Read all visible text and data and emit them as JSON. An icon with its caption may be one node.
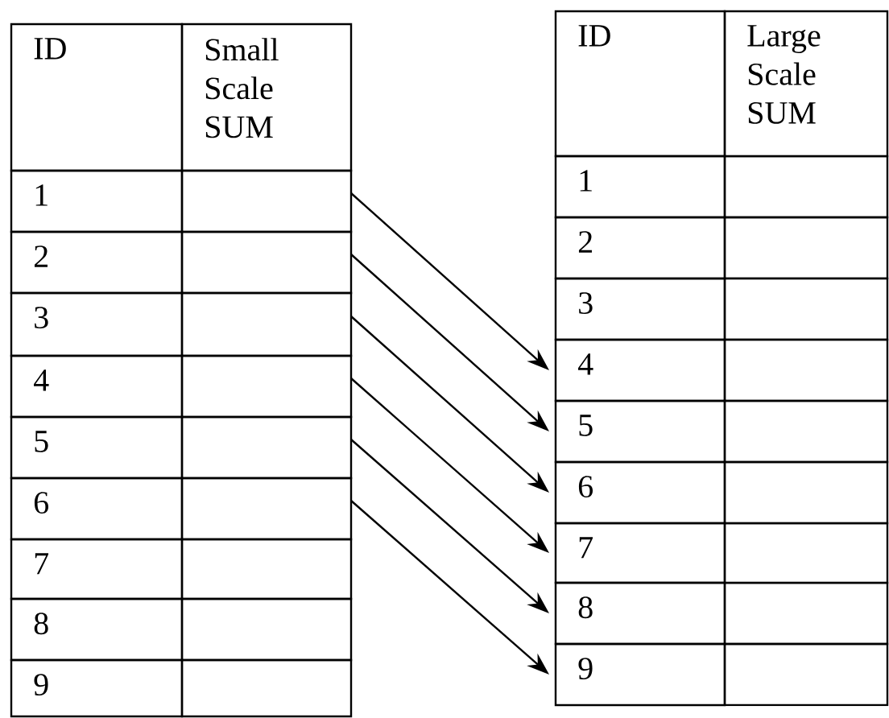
{
  "diagram": {
    "nodes": [
      {
        "text": [
          "ID"
        ]
      },
      {
        "text": [
          "Small Scale SUM"
        ]
      },
      {
        "text": [
          "1"
        ]
      },
      {
        "text": [],
        "shape": "box"
      },
      {
        "text": [
          "2"
        ]
      },
      {
        "text": [],
        "shape": "box"
      },
      {
        "text": [
          "3"
        ]
      },
      {
        "text": [],
        "shape": "box"
      },
      {
        "text": [
          "4"
        ]
      },
      {
        "text": [],
        "shape": "box"
      },
      {
        "text": [
          "5"
        ]
      },
      {
        "text": [],
        "shape": "box"
      },
      {
        "text": [
          "6"
        ]
      },
      {
        "text": [],
        "shape": "box"
      },
      {
        "text": [
          "7"
        ]
      },
      {
        "text": [],
        "shape": "box"
      },
      {
        "text": [
          "8"
        ]
      },
      {
        "text": [],
        "shape": "box"
      },
      {
        "text": [
          "9"
        ]
      },
      {
        "text": [],
        "shape": "box"
      },
      {
        "text": [
          "ID"
        ]
      },
      {
        "text": [
          "Large Scale SUM"
        ]
      },
      {
        "text": [
          "1"
        ]
      },
      {
        "text": [],
        "shape": "box"
      },
      {
        "text": [
          "2"
        ]
      },
      {
        "text": [],
        "shape": "box"
      },
      {
        "text": [
          "3"
        ]
      },
      {
        "text": [],
        "shape": "box"
      },
      {
        "text": [
          "4"
        ]
      },
      {
        "text": [],
        "shape": "box"
      },
      {
        "text": [
          "5"
        ]
      },
      {
        "text": [],
        "shape": "box"
      },
      {
        "text": [
          "6"
        ]
      },
      {
        "text": [],
        "shape": "box"
      },
      {
        "text": [
          "7"
        ]
      },
      {
        "text": [],
        "shape": "box"
      },
      {
        "text": [
          "8"
        ]
      },
      {
        "text": [],
        "shape": "box"
      },
      {
        "text": [
          "9"
        ]
      },
      {
        "text": [],
        "shape": "box"
      }
    ],
    "edges": [
      {
        "from": 3,
        "to": 28,
        "arrow": "to"
      },
      {
        "from": 5,
        "to": 30,
        "arrow": "to"
      },
      {
        "from": 7,
        "to": 32,
        "arrow": "to"
      },
      {
        "from": 9,
        "to": 34,
        "arrow": "to"
      },
      {
        "from": 11,
        "to": 36,
        "arrow": "to"
      },
      {
        "from": 13,
        "to": 38,
        "arrow": "to"
      }
    ]
  }
}
